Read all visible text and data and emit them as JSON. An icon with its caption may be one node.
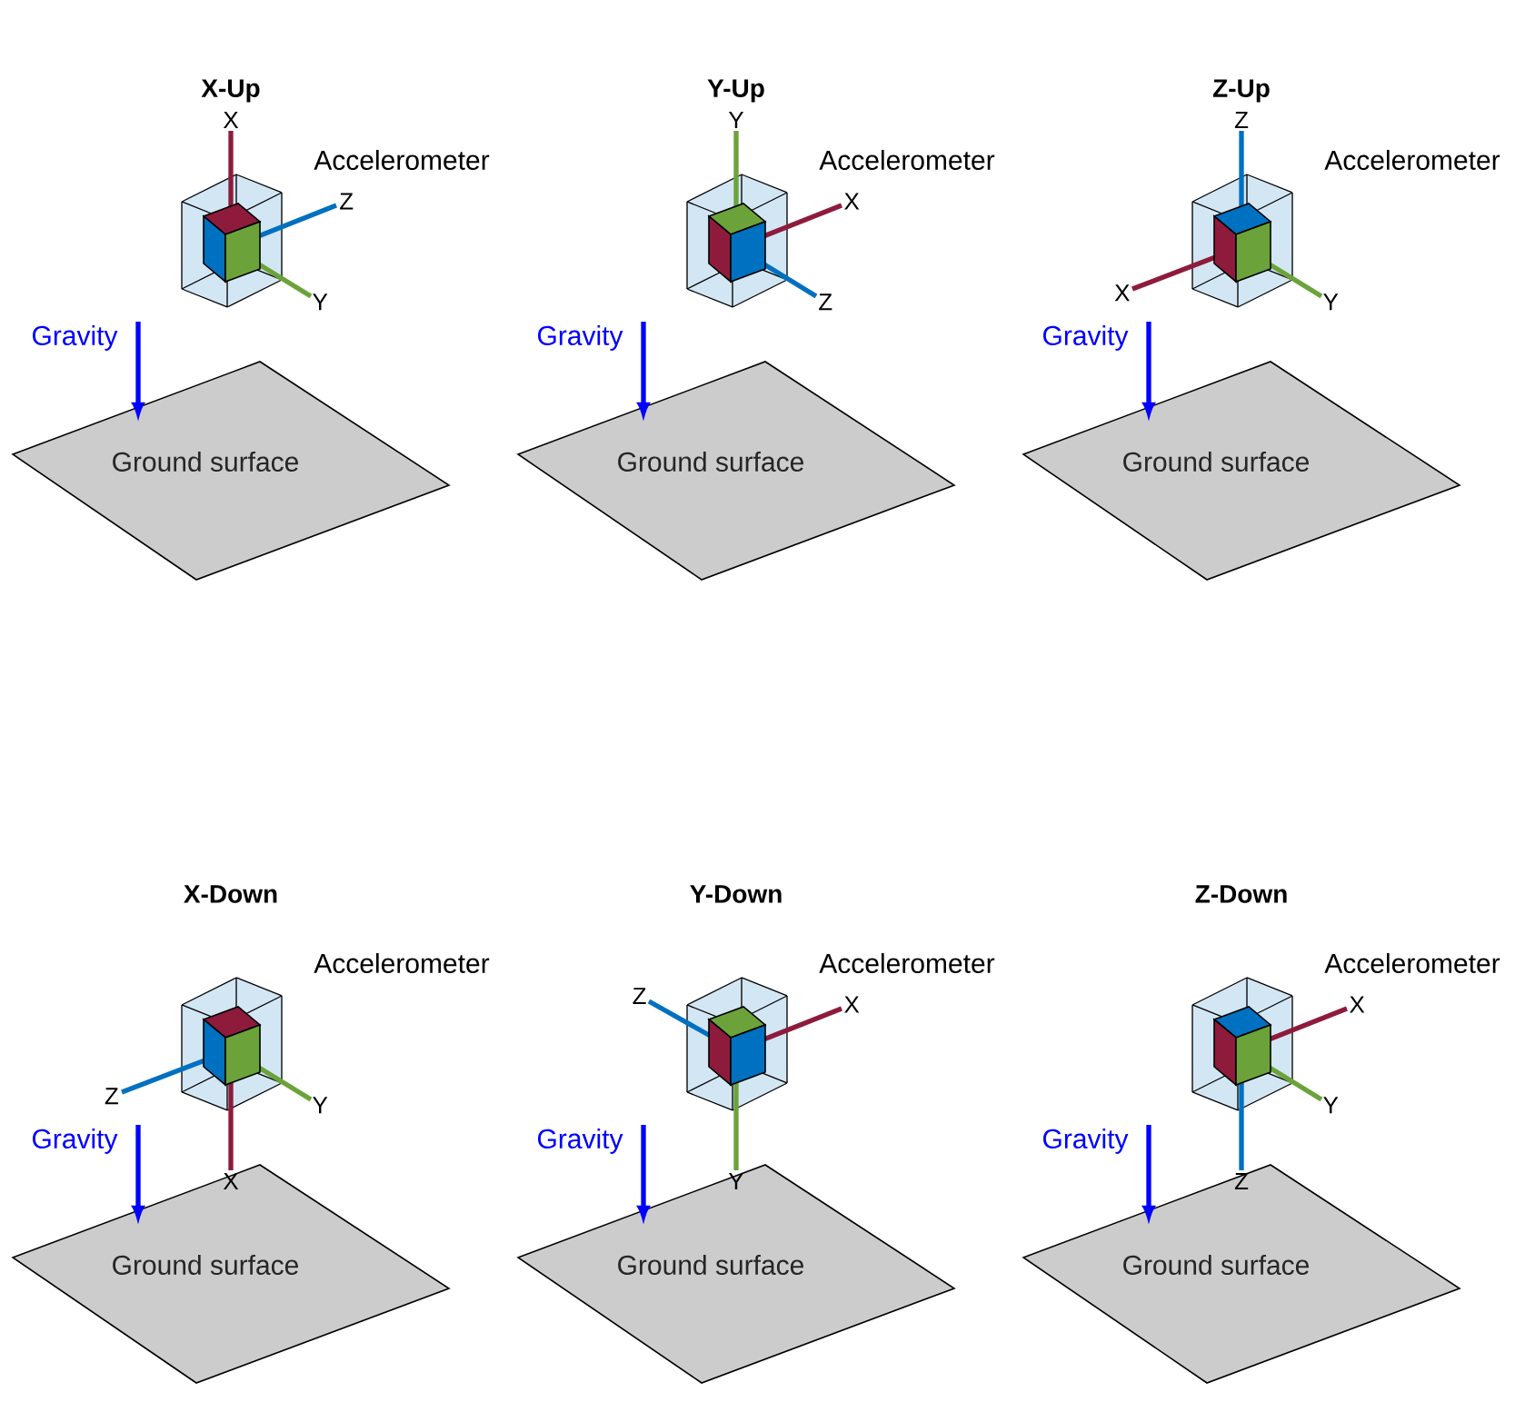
{
  "diagram": {
    "nodes": [
      {
        "text": [
          "Ground surface"
        ]
      },
      {
        "text": [
          "Ground surface"
        ]
      },
      {
        "text": [
          "Ground surface"
        ]
      },
      {
        "text": [
          "Ground surface"
        ]
      },
      {
        "text": [
          "Ground surface"
        ]
      },
      {
        "text": [
          "Ground surface"
        ]
      }
    ],
    "labels": [
      "X-Up",
      "Accelerometer",
      "X",
      "Y",
      "Z",
      "Gravity",
      "Y-Up",
      "Accelerometer",
      "X",
      "Y",
      "Z",
      "Gravity",
      "Z-Up",
      "Accelerometer",
      "X",
      "Y",
      "Z",
      "Gravity",
      "X-Down",
      "Accelerometer",
      "X",
      "Y",
      "Z",
      "Gravity",
      "Y-Down",
      "Accelerometer",
      "X",
      "Y",
      "Z",
      "Gravity",
      "Z-Down",
      "Accelerometer",
      "X",
      "Y",
      "Z",
      "Gravity"
    ]
  }
}
